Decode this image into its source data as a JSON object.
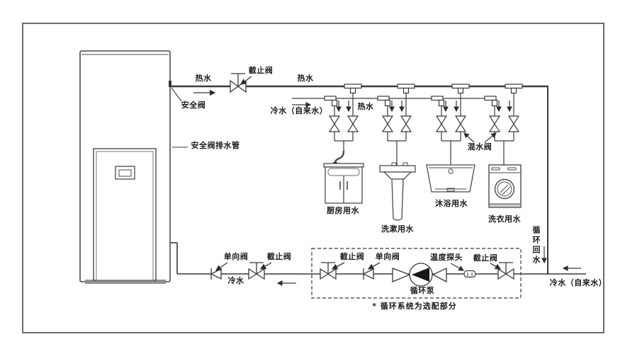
{
  "colors": {
    "pipe": "#3a3a3a",
    "frame": "#6b6b6b",
    "text": "#1b1b1b",
    "pump_fill": "#151515",
    "background": "#ffffff"
  },
  "heater_area": {
    "hot_water_outlet": "热水",
    "safety_valve": "安全阀",
    "safety_valve_drain_pipe": "安全阀排水管"
  },
  "hot_line": {
    "stop_valve": "截止阀",
    "hot_water": "热水"
  },
  "cold_line": {
    "cold_water_tap": "冷水（自来水）",
    "hot_water_branch": "热水",
    "mixing_valve": "混水阀"
  },
  "fixtures": {
    "kitchen": "厨房用水",
    "washbasin": "洗漱用水",
    "bath": "沐浴用水",
    "laundry": "洗衣用水"
  },
  "return_line": {
    "circulation_return": "循环回水",
    "cold_water_tap": "冷水（自来水）"
  },
  "bottom_line": {
    "check_valve": "单向阀",
    "cold_water": "冷水",
    "stop_valve": "截止阀"
  },
  "pump_box": {
    "stop_valve_left": "截止阀",
    "check_valve": "单向阀",
    "pump": "循环泵",
    "temp_probe": "温度探头",
    "stop_valve_right": "截止阀",
    "note": "* 循环系统为选配部分"
  }
}
